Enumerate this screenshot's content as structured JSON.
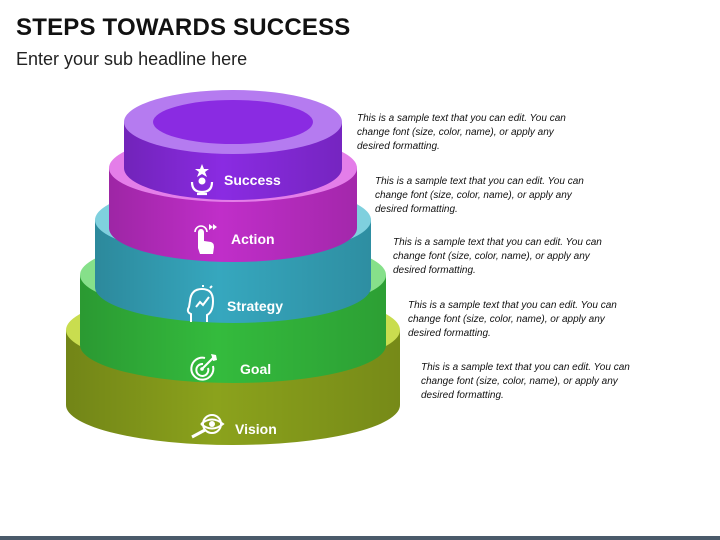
{
  "header": {
    "title": "STEPS TOWARDS SUCCESS",
    "subtitle": "Enter your sub headline here"
  },
  "tiers": [
    {
      "label": "Success",
      "icon": "person-star-icon",
      "color_body": "#8a2be2",
      "color_top": "#b57bf0",
      "description": "This is a sample text that you can edit. You can change font (size, color, name), or apply any desired formatting."
    },
    {
      "label": "Action",
      "icon": "touch-hand-icon",
      "color_body": "#c02ec9",
      "color_top": "#e47ee9",
      "description": "This is a sample text that you can edit. You can change font (size, color, name), or apply any desired formatting."
    },
    {
      "label": "Strategy",
      "icon": "head-growth-icon",
      "color_body": "#36a7be",
      "color_top": "#7fd0de",
      "description": "This is a sample text that you can edit. You can change font (size, color, name), or apply any desired formatting."
    },
    {
      "label": "Goal",
      "icon": "target-arrow-icon",
      "color_body": "#34bb3d",
      "color_top": "#86e08a",
      "description": "This is a sample text that you can edit. You can change font (size, color, name), or apply any desired formatting."
    },
    {
      "label": "Vision",
      "icon": "magnifier-eye-icon",
      "color_body": "#8ba21c",
      "color_top": "#c9dd4f",
      "description": "This is a sample text that you can edit. You can change font (size, color, name), or apply any desired formatting."
    }
  ]
}
